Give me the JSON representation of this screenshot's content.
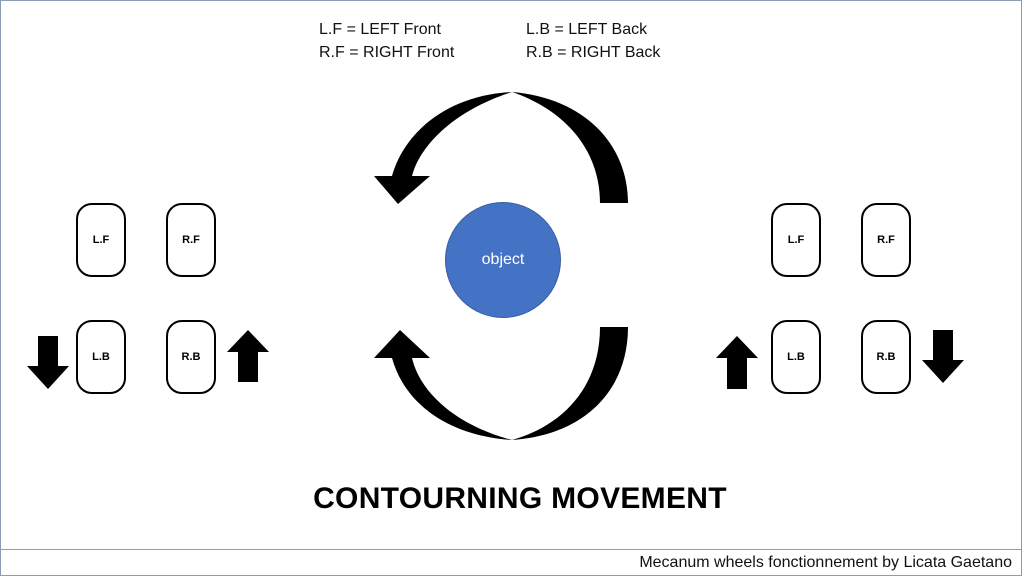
{
  "legend": {
    "lf": "L.F = LEFT Front",
    "rf": "R.F = RIGHT Front",
    "lb": "L.B = LEFT Back",
    "rb": "R.B = RIGHT Back"
  },
  "left_group": {
    "wheels": {
      "lf": "L.F",
      "rf": "R.F",
      "lb": "L.B",
      "rb": "R.B"
    },
    "lb_arrow": "down",
    "rb_arrow": "up"
  },
  "right_group": {
    "wheels": {
      "lf": "L.F",
      "rf": "R.F",
      "lb": "L.B",
      "rb": "R.B"
    },
    "lb_arrow": "up",
    "rb_arrow": "down"
  },
  "center": {
    "object_label": "object",
    "object_color": "#4472c4",
    "rotation": "counterclockwise"
  },
  "title": "CONTOURNING MOVEMENT",
  "footer": "Mecanum wheels fonctionnement by Licata Gaetano"
}
